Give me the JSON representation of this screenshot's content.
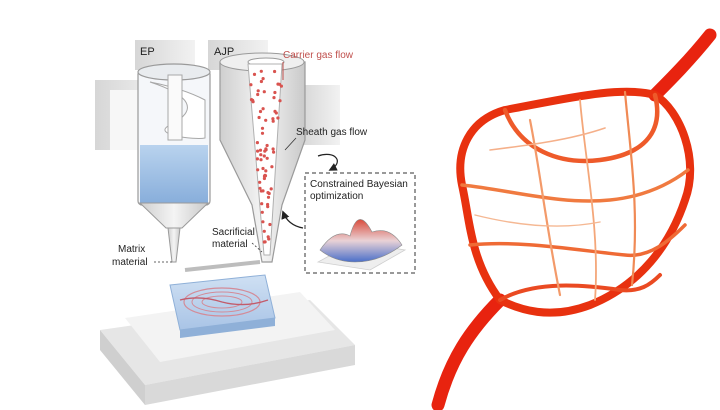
{
  "labels": {
    "ep": "EP",
    "ajp": "AJP",
    "carrier_gas": "Carrier gas flow",
    "sheath_gas": "Sheath gas flow",
    "optimization_line1": "Constrained Bayesian",
    "optimization_line2": "optimization",
    "sacrificial_line1": "Sacrificial",
    "sacrificial_line2": "material",
    "matrix_line1": "Matrix",
    "matrix_line2": "material"
  },
  "colors": {
    "carrier_gas_label": "#c0504d",
    "particle": "#d9534f",
    "ink_blue": "#9ec3e6",
    "vessel_red": "#e8230f",
    "hardware_gray": "#e3e3e3"
  }
}
